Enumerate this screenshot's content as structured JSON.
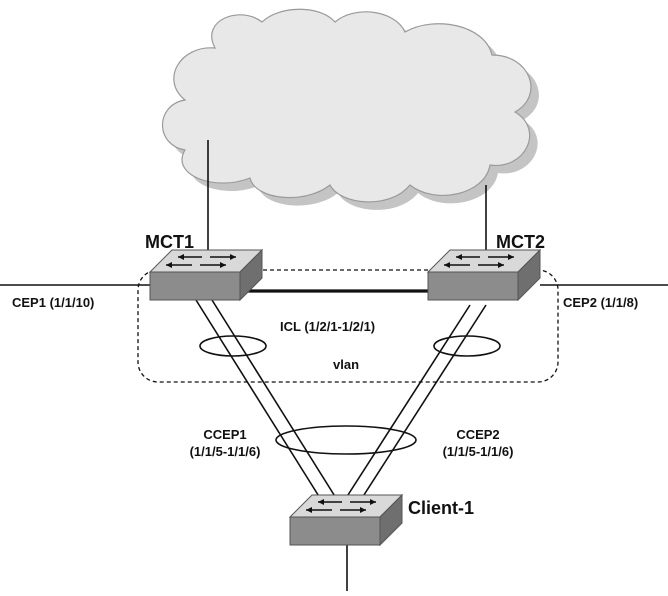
{
  "colors": {
    "cloud_fill": "#e8e8e8",
    "cloud_shadow": "#c4c4c4",
    "switch_top": "#d9d9d9",
    "switch_front": "#8c8c8c",
    "switch_side": "#6f6f6f",
    "line": "#111111"
  },
  "nodes": {
    "mct1": {
      "label": "MCT1",
      "icon": "network-switch-icon"
    },
    "mct2": {
      "label": "MCT2",
      "icon": "network-switch-icon"
    },
    "client1": {
      "label": "Client-1",
      "icon": "network-switch-icon"
    },
    "cloud": {
      "icon": "cloud-icon"
    }
  },
  "links": {
    "cep1": {
      "label": "CEP1 (1/1/10)"
    },
    "cep2": {
      "label": "CEP2 (1/1/8)"
    },
    "icl": {
      "label": "ICL (1/2/1-1/2/1)"
    },
    "vlan": {
      "label": "vlan"
    },
    "ccep1": {
      "label_line1": "CCEP1",
      "label_line2": "(1/1/5-1/1/6)"
    },
    "ccep2": {
      "label_line1": "CCEP2",
      "label_line2": "(1/1/5-1/1/6)"
    }
  }
}
